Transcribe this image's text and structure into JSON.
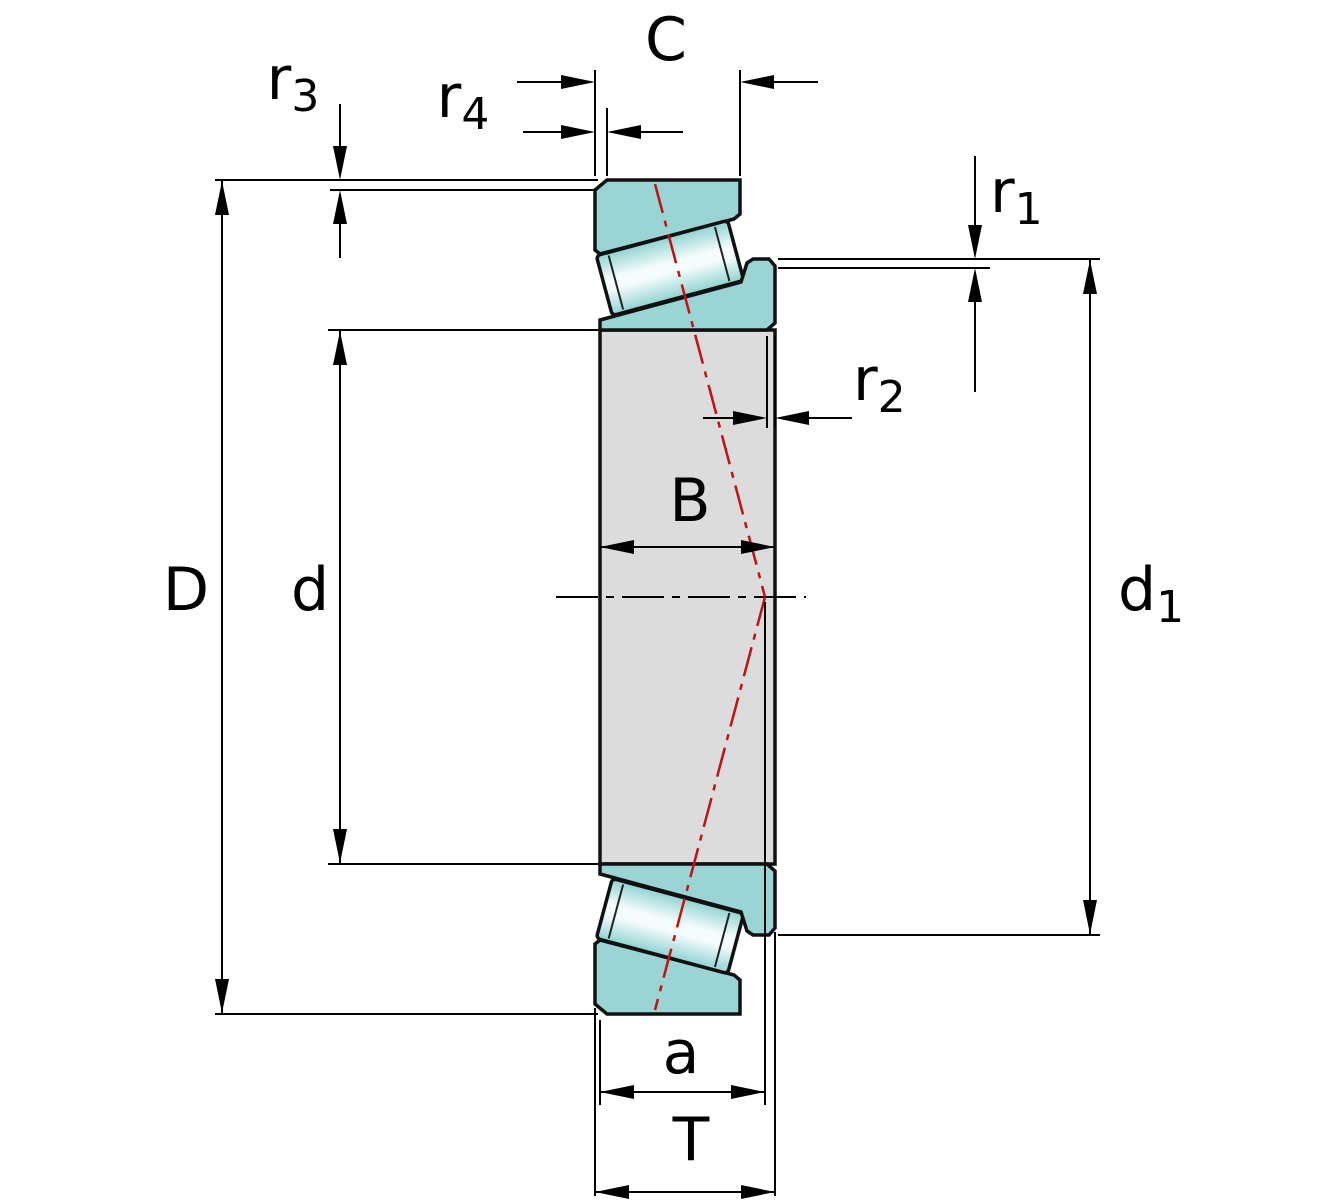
{
  "diagram": {
    "labels": {
      "D": {
        "main": "D",
        "sub": ""
      },
      "d": {
        "main": "d",
        "sub": ""
      },
      "d1": {
        "main": "d",
        "sub": "1"
      },
      "B": {
        "main": "B",
        "sub": ""
      },
      "C": {
        "main": "C",
        "sub": ""
      },
      "T": {
        "main": "T",
        "sub": ""
      },
      "a": {
        "main": "a",
        "sub": ""
      },
      "r1": {
        "main": "r",
        "sub": "1"
      },
      "r2": {
        "main": "r",
        "sub": "2"
      },
      "r3": {
        "main": "r",
        "sub": "3"
      },
      "r4": {
        "main": "r",
        "sub": "4"
      }
    },
    "colors": {
      "ring_teal": "#9bd4d4",
      "roller_edge_teal": "#8fd2d2",
      "roller_highlight": "#f6fcfc",
      "bore_gray": "#dcdcdc",
      "centerline_red": "#c11212"
    }
  }
}
